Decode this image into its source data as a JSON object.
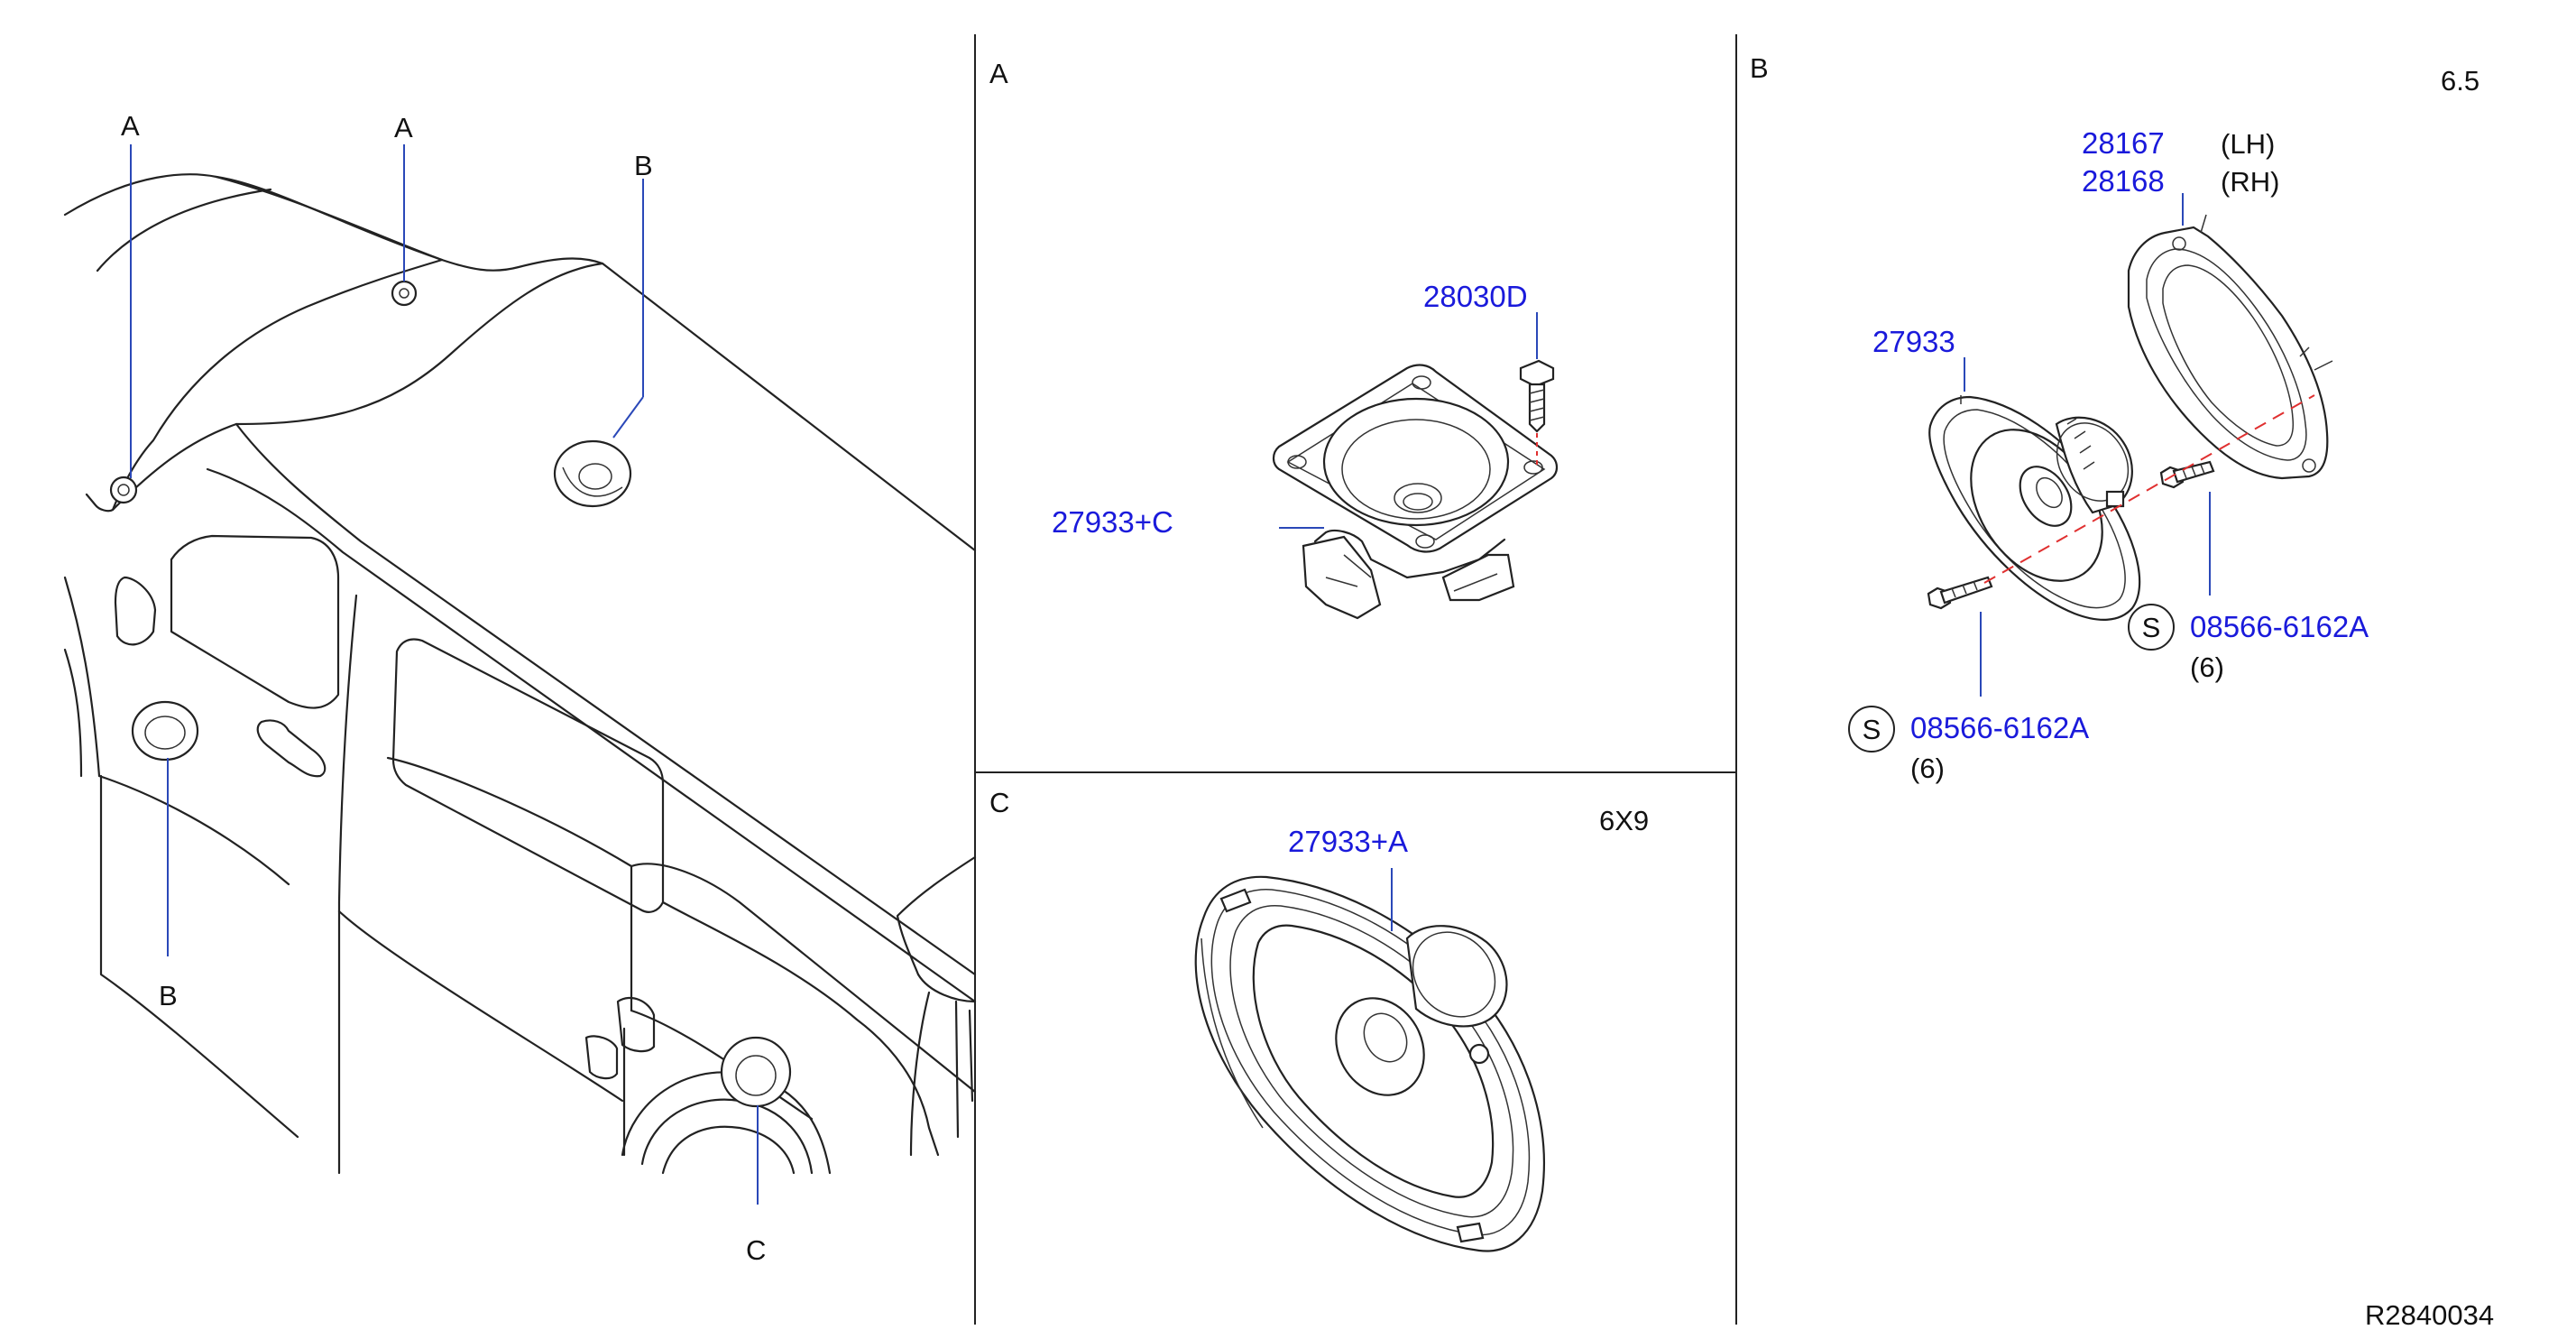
{
  "colors": {
    "part_number": "#1a1adb",
    "leader": "#2a48b8",
    "ink": "#222222",
    "dash": "#e03030"
  },
  "overview": {
    "callouts": [
      "A",
      "A",
      "B",
      "B",
      "C"
    ]
  },
  "panel_a": {
    "title": "A",
    "parts": [
      {
        "number": "28030D"
      },
      {
        "number": "27933+C"
      }
    ]
  },
  "panel_c": {
    "title": "C",
    "size": "6X9",
    "parts": [
      {
        "number": "27933+A"
      }
    ]
  },
  "panel_b": {
    "title": "B",
    "size": "6.5",
    "parts": [
      {
        "number": "28167",
        "side": "(LH)"
      },
      {
        "number": "28168",
        "side": "(RH)"
      },
      {
        "number": "27933"
      },
      {
        "symbol": "S",
        "number": "08566-6162A",
        "qty": "(6)"
      },
      {
        "symbol": "S",
        "number": "08566-6162A",
        "qty": "(6)"
      }
    ]
  },
  "ref_code": "R2840034"
}
